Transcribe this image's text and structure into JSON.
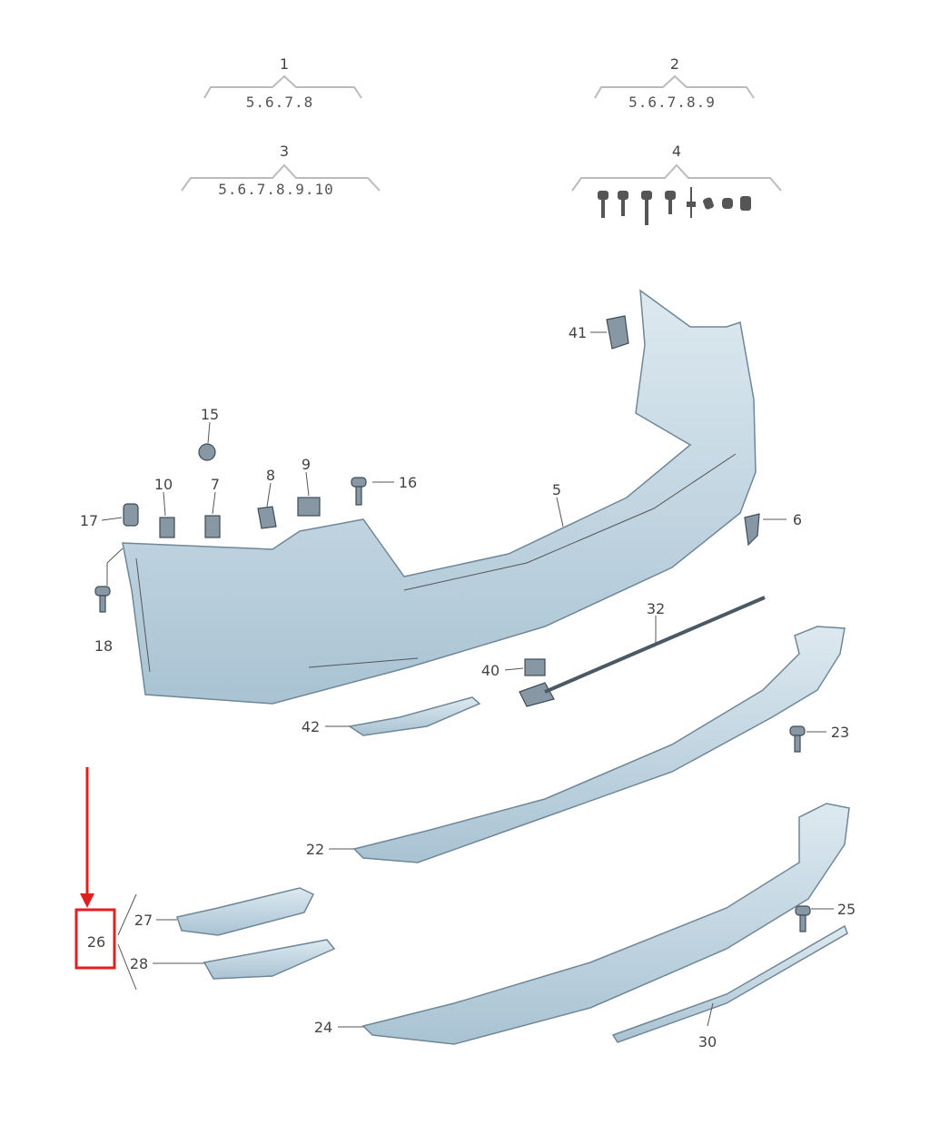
{
  "groups": [
    {
      "id": "1",
      "contents": "5.6.7.8"
    },
    {
      "id": "2",
      "contents": "5.6.7.8.9"
    },
    {
      "id": "3",
      "contents": "5.6.7.8.9.10"
    },
    {
      "id": "4",
      "contents": ""
    }
  ],
  "callouts": {
    "c41": "41",
    "c15": "15",
    "c10": "10",
    "c7": "7",
    "c8": "8",
    "c9": "9",
    "c16": "16",
    "c17": "17",
    "c5": "5",
    "c6": "6",
    "c18": "18",
    "c32": "32",
    "c40": "40",
    "c42": "42",
    "c23": "23",
    "c22": "22",
    "c27": "27",
    "c26": "26",
    "c28": "28",
    "c25": "25",
    "c24": "24",
    "c30": "30"
  },
  "highlight": {
    "part": "26",
    "color": "#e02020"
  },
  "colors": {
    "part_fill": "#c6d9e4",
    "outline": "#6f8796"
  }
}
